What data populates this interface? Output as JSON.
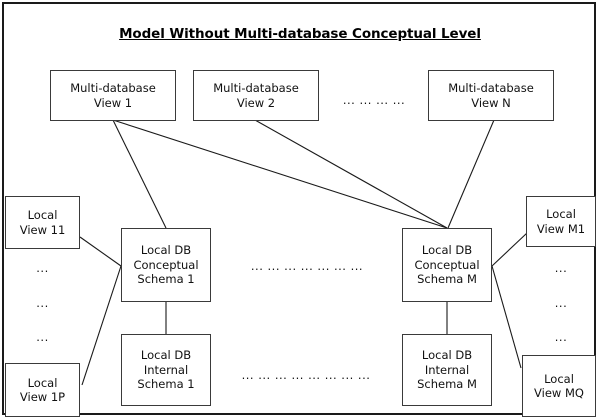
{
  "title": "Model Without Multi-database Conceptual Level",
  "nodes": {
    "mdb_view_1": "Multi-database\nView 1",
    "mdb_view_2": "Multi-database\nView 2",
    "mdb_view_n": "Multi-database\nView N",
    "local_view_11": "Local\nView 11",
    "local_view_1p": "Local\nView 1P",
    "local_view_m1": "Local\nView M1",
    "local_view_mq": "Local\nView MQ",
    "conceptual_schema_1": "Local DB\nConceptual\nSchema 1",
    "conceptual_schema_m": "Local DB\nConceptual\nSchema M",
    "internal_schema_1": "Local DB\nInternal\nSchema 1",
    "internal_schema_m": "Local DB\nInternal\nSchema M"
  },
  "ellipsis": {
    "top_row": "...     ...     ...     ...",
    "conceptual_row": "...    ...    ...    ...    ...    ...    ...",
    "internal_row": "...   ...   ...   ...   ...   ...   ...   ...",
    "left_1": "...",
    "left_2": "...",
    "left_3": "...",
    "right_1": "...",
    "right_2": "...",
    "right_3": "..."
  },
  "colors": {
    "frame": "#1a1a1a",
    "node_border": "#3a3a3a",
    "text": "#111111",
    "background": "#ffffff"
  }
}
